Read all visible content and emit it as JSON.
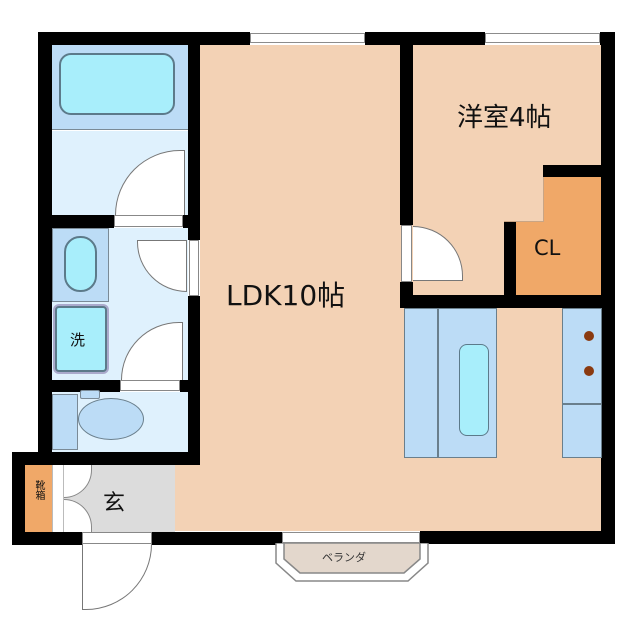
{
  "floor_plan": {
    "rooms": {
      "ldk": {
        "label": "LDK10帖"
      },
      "western_room": {
        "label": "洋室4帖"
      },
      "closet": {
        "label": "CL"
      },
      "entrance": {
        "label": "玄"
      },
      "shoe_box": {
        "label": "靴箱"
      },
      "washer": {
        "label": "洗"
      },
      "balcony": {
        "label": "ベランダ"
      }
    },
    "colors": {
      "wall": "#000000",
      "floor": "#f3d2b5",
      "closet": "#f0a868",
      "wet_area": "#dff1fd",
      "fixture": "#a8eefb",
      "entrance": "#dcdcdc",
      "balcony": "#e3d7cc",
      "stove_dot": "#8a3a10"
    }
  }
}
